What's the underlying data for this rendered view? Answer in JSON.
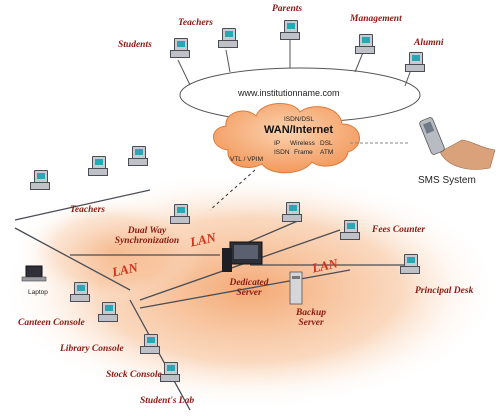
{
  "website": "www.institutionname.com",
  "cloud": {
    "title": "WAN/Internet",
    "techs": [
      "ISDN/DSL",
      "IP",
      "Wireless",
      "DSL",
      "ISDN",
      "Frame",
      "ATM"
    ],
    "vpn": "VTL / VPIM"
  },
  "top_users": [
    "Teachers",
    "Parents",
    "Management",
    "Students",
    "Alumni"
  ],
  "sms": "SMS System",
  "lan_labels": [
    "LAN",
    "LAN",
    "LAN"
  ],
  "nodes": {
    "teachers": "Teachers",
    "dual_sync": "Dual Way Synchronization",
    "fees": "Fees Counter",
    "principal": "Principal Desk",
    "dedicated_server": "Dedicated Server",
    "backup_server": "Backup Server",
    "laptop": "Laptop",
    "canteen": "Canteen Console",
    "library": "Library Console",
    "stock": "Stock Console",
    "lab": "Student's Lab"
  },
  "colors": {
    "label": "#8b1a12",
    "lan": "#d4321a",
    "glow": "#f4a46c",
    "cloud": "#f6a46c",
    "cable": "#4a4d55"
  }
}
